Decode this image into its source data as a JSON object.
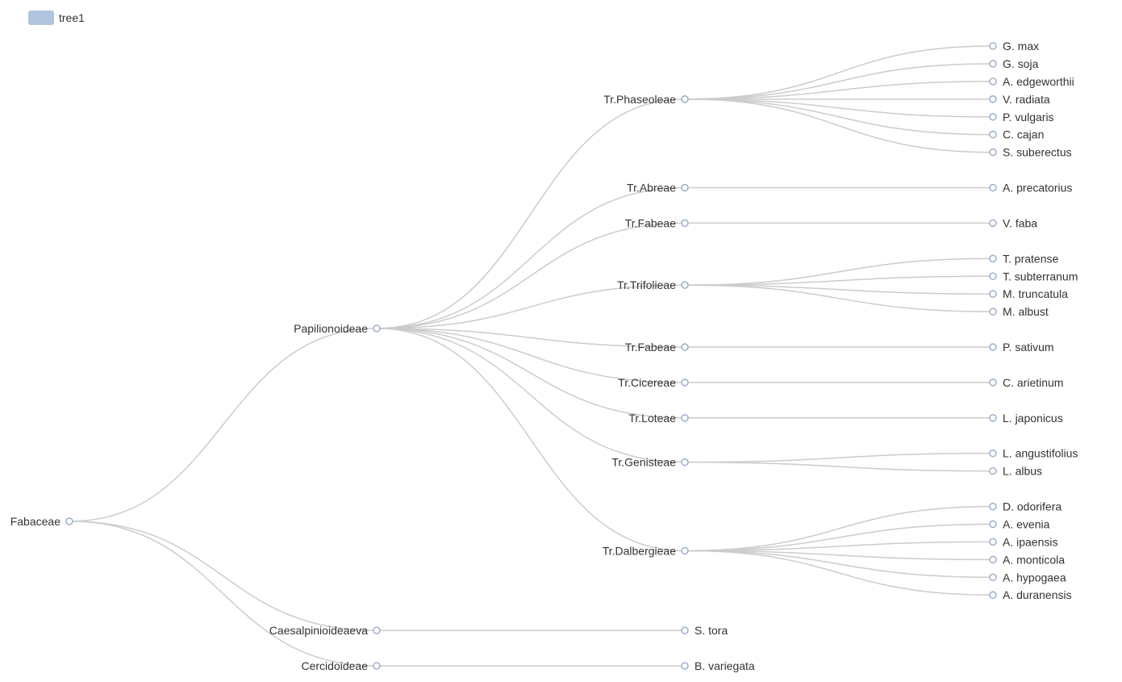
{
  "legend": {
    "label": "tree1",
    "color": "#b0c4de"
  },
  "colors": {
    "edge": "#cccccc",
    "node_stroke": "#9fb3cf",
    "text": "#333333"
  },
  "tree": {
    "name": "Fabaceae",
    "children": [
      {
        "name": "Papilionoideae",
        "children": [
          {
            "name": "Tr.Phaseoleae",
            "children": [
              {
                "name": "G. max"
              },
              {
                "name": "G. soja"
              },
              {
                "name": "A. edgeworthii"
              },
              {
                "name": "V. radiata"
              },
              {
                "name": "P. vulgaris"
              },
              {
                "name": "C. cajan"
              },
              {
                "name": "S. suberectus"
              }
            ]
          },
          {
            "name": "Tr.Abreae",
            "children": [
              {
                "name": "A. precatorius"
              }
            ]
          },
          {
            "name": "Tr.Fabeae",
            "children": [
              {
                "name": "V. faba"
              }
            ]
          },
          {
            "name": "Tr.Trifolieae",
            "children": [
              {
                "name": "T. pratense"
              },
              {
                "name": "T. subterranum"
              },
              {
                "name": "M. truncatula"
              },
              {
                "name": "M. albust"
              }
            ]
          },
          {
            "name": "Tr.Fabeae",
            "children": [
              {
                "name": "P. sativum"
              }
            ]
          },
          {
            "name": "Tr.Cicereae",
            "children": [
              {
                "name": "C. arietinum"
              }
            ]
          },
          {
            "name": "Tr.Loteae",
            "children": [
              {
                "name": "L. japonicus"
              }
            ]
          },
          {
            "name": "Tr.Genisteae",
            "children": [
              {
                "name": "L. angustifolius"
              },
              {
                "name": "L. albus"
              }
            ]
          },
          {
            "name": "Tr.Dalbergieae",
            "children": [
              {
                "name": "D. odorifera"
              },
              {
                "name": "A. evenia"
              },
              {
                "name": "A. ipaensis"
              },
              {
                "name": "A. monticola"
              },
              {
                "name": "A. hypogaea"
              },
              {
                "name": "A. duranensis"
              }
            ]
          }
        ]
      },
      {
        "name": "Caesalpinioideaeva",
        "children": [
          {
            "name": "S. tora"
          }
        ]
      },
      {
        "name": "Cercidoideae",
        "children": [
          {
            "name": "B. variegata"
          }
        ]
      }
    ]
  }
}
